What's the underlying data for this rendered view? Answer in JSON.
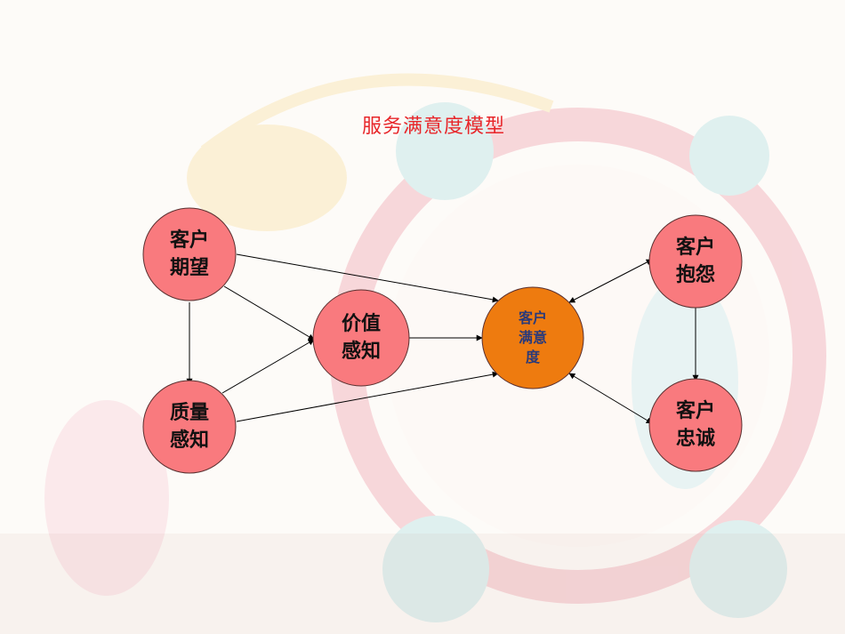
{
  "title": "服务满意度模型",
  "colors": {
    "title": "#e8262a",
    "node_fill": "#f97a7e",
    "node_stroke": "#5a3030",
    "center_fill": "#ee7b0f",
    "center_text": "#2a3a7a",
    "arrow": "#000000"
  },
  "nodes": {
    "expectation": {
      "line1": "客户",
      "line2": "期望"
    },
    "quality": {
      "line1": "质量",
      "line2": "感知"
    },
    "value": {
      "line1": "价值",
      "line2": "感知"
    },
    "satisfaction": {
      "line1": "客户",
      "line2": "满意",
      "line3": "度"
    },
    "complaint": {
      "line1": "客户",
      "line2": "抱怨"
    },
    "loyalty": {
      "line1": "客户",
      "line2": "忠诚"
    }
  }
}
